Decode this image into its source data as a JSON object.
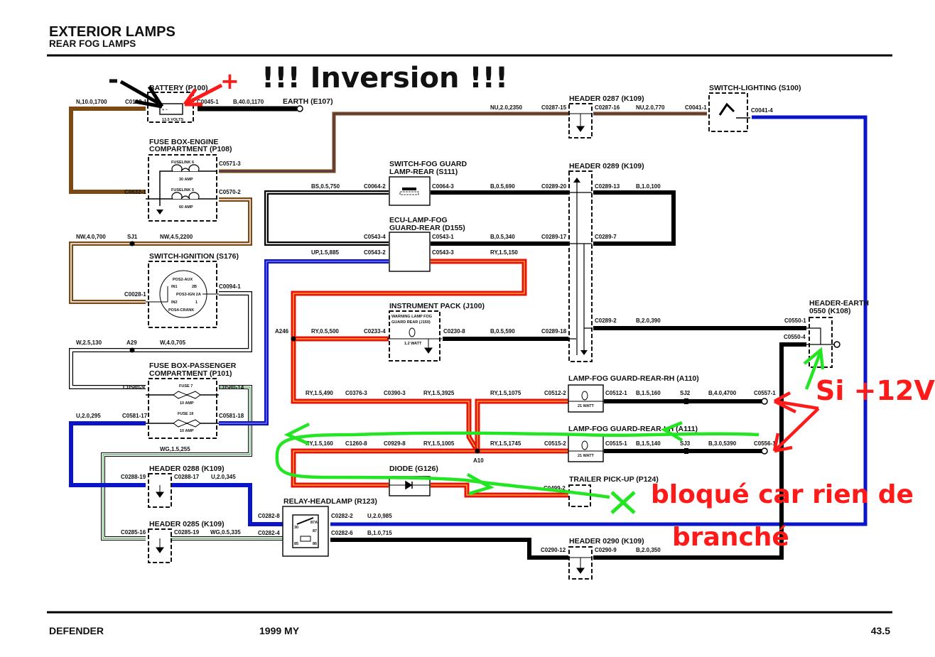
{
  "header": {
    "title": "EXTERIOR LAMPS",
    "subtitle": "REAR FOG LAMPS"
  },
  "footer": {
    "model": "DEFENDER",
    "year": "1999 MY",
    "page": "43.5"
  },
  "components": {
    "battery": "BATTERY (P100)",
    "battery_volts": "13.5 VOLTS",
    "earth_e107": "EARTH (E107)",
    "fusebox_engine_1": "FUSE BOX-ENGINE",
    "fusebox_engine_2": "COMPARTMENT (P108)",
    "fuselink6": "FUSELINK 6",
    "amp30": "30 AMP",
    "fuselink5": "FUSELINK 5",
    "amp60": "60 AMP",
    "switch_ignition": "SWITCH-IGNITION (S176)",
    "ign_pos2": "POS2-AUX",
    "ign_in1": "IN1",
    "ign_2b": "2B",
    "ign_pos3": "POS3-IGN 2A",
    "ign_in2": "IN2",
    "ign_1": "1",
    "ign_pos4": "POS4-CRANK",
    "fusebox_pass_1": "FUSE BOX-PASSENGER",
    "fusebox_pass_2": "COMPARTMENT (P101)",
    "fuse7": "FUSE 7",
    "fuse19": "FUSE 19",
    "amp10a": "10 AMP",
    "amp10b": "10 AMP",
    "header0288": "HEADER 0288 (K109)",
    "header0285": "HEADER 0285 (K109)",
    "relay": "RELAY-HEADLAMP (R123)",
    "relay_30": "30",
    "relay_87a": "87A",
    "relay_87": "87",
    "relay_85": "85",
    "relay_86": "86",
    "switch_fog_1": "SWITCH-FOG GUARD",
    "switch_fog_2": "LAMP-REAR (S111)",
    "ecu_1": "ECU-LAMP-FOG",
    "ecu_2": "GUARD-REAR (D155)",
    "instrument": "INSTRUMENT PACK (J100)",
    "warning_1": "WARNING LAMP FOG",
    "warning_2": "GUARD REAR (J150)",
    "watt12": "1.2 WATT",
    "diode": "DIODE (G126)",
    "header0287": "HEADER 0287 (K109)",
    "header0289": "HEADER 0289 (K109)",
    "header0290": "HEADER 0290 (K109)",
    "switch_lighting": "SWITCH-LIGHTING (S100)",
    "lamp_rh": "LAMP-FOG GUARD-REAR-RH (A110)",
    "lamp_lh": "LAMP-FOG GUARD-REAR-LH (A111)",
    "watt21a": "21 WATT",
    "watt21b": "21 WATT",
    "trailer": "TRAILER PICK-UP (P124)",
    "header_earth_1": "HEADER-EARTH",
    "header_earth_2": "0550 (K108)"
  },
  "wires": {
    "n_10": "N,10.0,1700",
    "b_40": "B,40.0,1170",
    "nw_4": "NW,4.0,700",
    "nw_45": "NW,4.5,2200",
    "w_25": "W,2.5,130",
    "w_4": "W,4.0,705",
    "u_2_295": "U,2.0,295",
    "wg_15": "WG,1.5,255",
    "u_2_345": "U,2.0,345",
    "wg_05": "WG,0.5,335",
    "u_2_985": "U,2.0,985",
    "b_1_715": "B,1.0,715",
    "bs": "BS,0.5,750",
    "up": "UP,1.5,885",
    "nu_2350": "NU,2.0,2350",
    "nu_770": "NU,2.0,770",
    "b_690": "B,0.5,690",
    "b_100": "B,1.0,100",
    "b_340": "B,0.5,340",
    "ry_150": "RY,1.5,150",
    "ry_500": "RY,0.5,500",
    "b_590": "B,0.5,590",
    "b_390": "B,2.0,390",
    "ry_490": "RY,1.5,490",
    "ry_3925": "RY,1.5,3925",
    "ry_1075": "RY,1.5,1075",
    "ry_160": "RY,1.5,160",
    "ry_1005": "RY,1.5,1005",
    "ry_1745": "RY,1.5,1745",
    "b_160": "B,1.5,160",
    "b_4700": "B,4.0,4700",
    "b_140": "B,1.5,140",
    "b_5390": "B,3.0,5390",
    "b_350": "B,2.0,350"
  },
  "connectors": {
    "c0192": "C0192-1",
    "c0045": "C0045-1",
    "c0571": "C0571-3",
    "c0632": "C0632-1",
    "c0570": "C0570-2",
    "c0028": "C0028-1",
    "c0094": "C0094-1",
    "c0580_9": "C0580-9",
    "c0580_14": "C0580-14",
    "c0581_17": "C0581-17",
    "c0581_18": "C0581-18",
    "c0288_19": "C0288-19",
    "c0288_17": "C0288-17",
    "c0285_16": "C0285-16",
    "c0285_19": "C0285-19",
    "c0282_8": "C0282-8",
    "c0282_4": "C0282-4",
    "c0282_2": "C0282-2",
    "c0282_6": "C0282-6",
    "c0064_2": "C0064-2",
    "c0064_3": "C0064-3",
    "c0543_4": "C0543-4",
    "c0543_1": "C0543-1",
    "c0543_2": "C0543-2",
    "c0543_3": "C0543-3",
    "c0233_4": "C0233-4",
    "c0230_8": "C0230-8",
    "c0376": "C0376-3",
    "c0390": "C0390-3",
    "c1260": "C1260-8",
    "c0929": "C0929-8",
    "c0287_15": "C0287-15",
    "c0287_16": "C0287-16",
    "c0041_1": "C0041-1",
    "c0041_4": "C0041-4",
    "c0289_20": "C0289-20",
    "c0289_13": "C0289-13",
    "c0289_17": "C0289-17",
    "c0289_7": "C0289-7",
    "c0289_18": "C0289-18",
    "c0289_2": "C0289-2",
    "c0512_2": "C0512-2",
    "c0512_1": "C0512-1",
    "c0515_2": "C0515-2",
    "c0515_1": "C0515-1",
    "c0557": "C0557-1",
    "c0556": "C0556-1",
    "c0550_1": "C0550-1",
    "c0550_4": "C0550-4",
    "c0499": "C0499-2",
    "c0290_12": "C0290-12",
    "c0290_9": "C0290-9"
  },
  "splices": {
    "sj1": "SJ1",
    "a29": "A29",
    "a246": "A246",
    "a10": "A10",
    "sj2": "SJ2",
    "sj3": "SJ3"
  },
  "annotations": {
    "minus": "-",
    "plus": "+",
    "inversion": "!!! Inversion !!!",
    "si12v": "Si +12V",
    "blocked_1": "bloqué car rien de",
    "blocked_2": "branché",
    "cross": "X"
  },
  "colors": {
    "brown": "#7a4a12",
    "black": "#000000",
    "blue": "#0a14c8",
    "red": "#e8140a",
    "yellow_tracer": "#f5e65a",
    "green_tracer": "#1f9a2c",
    "purple_tracer": "#3a2a8a",
    "annotation_red": "#ff1a1a",
    "annotation_green": "#22e622"
  }
}
